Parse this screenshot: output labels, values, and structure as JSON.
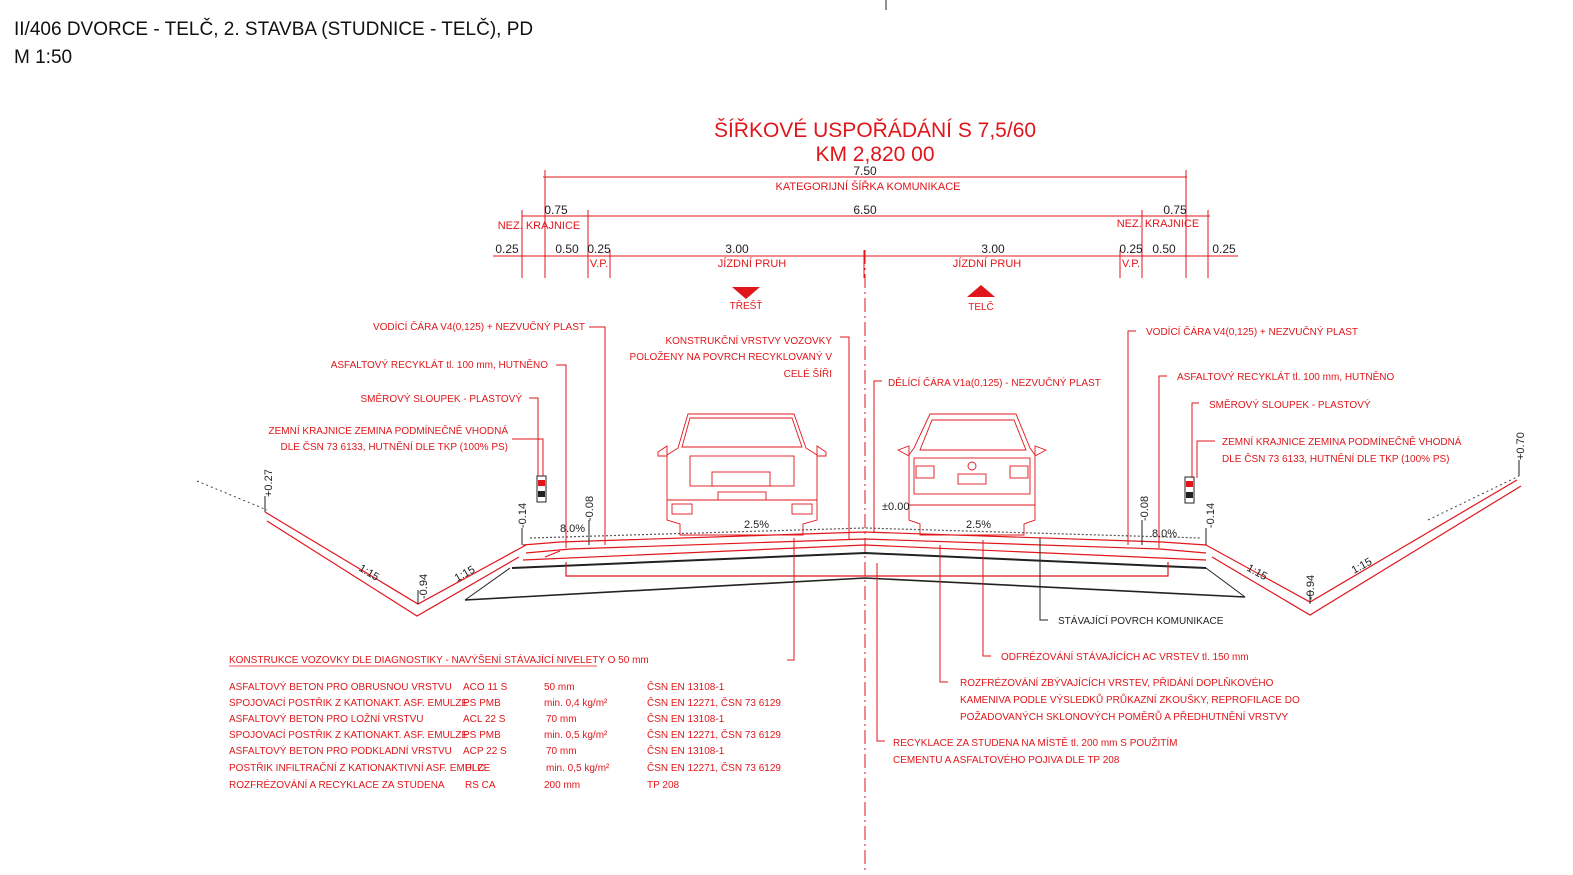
{
  "header": {
    "project": "II/406 DVORCE - TELČ, 2. STAVBA (STUDNICE - TELČ), PD",
    "scale": "M 1:50"
  },
  "title": {
    "line1": "ŠÍŘKOVÉ USPOŘÁDÁNÍ S 7,5/60",
    "line2": "KM 2,820 00"
  },
  "dimensions": {
    "total": "7.50",
    "total_label": "KATEGORIJNÍ ŠÍŘKA KOMUNIKACE",
    "left_shoulder": "0.75",
    "left_shoulder_label": "NEZ. KRAJNICE",
    "paved": "6.50",
    "right_shoulder": "0.75",
    "right_shoulder_label": "NEZ. KRAJNICE",
    "d1": "0.25",
    "d2": "0.50",
    "d3": "0.25",
    "d3_label": "V.P.",
    "lane_left": "3.00",
    "lane_left_label": "JÍZDNÍ PRUH",
    "lane_right": "3.00",
    "lane_right_label": "JÍZDNÍ PRUH",
    "d4": "0.25",
    "d4_label": "V.P.",
    "d5": "0.50",
    "d6": "0.25"
  },
  "directions": {
    "left": "TŘEŠŤ",
    "right": "TELČ"
  },
  "levels": {
    "left_top": "+0.27",
    "left_edge": "-0.14",
    "left_inner": "-0.08",
    "left_ditch": "-0.94",
    "center": "±0.00",
    "right_inner": "-0.08",
    "right_edge": "-0.14",
    "right_ditch": "-0.94",
    "right_top": "+0.70"
  },
  "slopes": {
    "shoulder_left": "8.0%",
    "lane_left": "2.5%",
    "lane_right": "2.5%",
    "shoulder_right": "8.0%",
    "embank": "1:15"
  },
  "annotations_left": [
    "VODÍCÍ ČÁRA V4(0,125) + NEZVUČNÝ PLAST",
    "ASFALTOVÝ RECYKLÁT tl. 100 mm, HUTNĚNO",
    "SMĚROVÝ SLOUPEK - PLASTOVÝ",
    "ZEMNÍ KRAJNICE ZEMINA PODMÍNEČNĚ VHODNÁ",
    "DLE ČSN 73 6133, HUTNĚNÍ DLE TKP (100% PS)"
  ],
  "annotations_center": [
    "KONSTRUKČNÍ VRSTVY VOZOVKY",
    "POLOŽENY NA POVRCH RECYKLOVANÝ V",
    "CELÉ ŠÍŘI",
    "DĚLÍCÍ ČÁRA V1a(0,125) - NEZVUČNÝ PLAST"
  ],
  "annotations_right": [
    "VODÍCÍ ČÁRA V4(0,125) + NEZVUČNÝ PLAST",
    "ASFALTOVÝ RECYKLÁT tl. 100 mm, HUTNĚNO",
    "SMĚROVÝ SLOUPEK - PLASTOVÝ",
    "ZEMNÍ KRAJNICE ZEMINA PODMÍNEČNĚ VHODNÁ",
    "DLE ČSN 73 6133, HUTNĚNÍ DLE TKP (100% PS)"
  ],
  "annotations_bottom_right": [
    "STÁVAJÍCÍ POVRCH KOMUNIKACE",
    "ODFRÉZOVÁNÍ STÁVAJÍCÍCH AC VRSTEV tl. 150 mm",
    "ROZFRÉZOVÁNÍ ZBÝVAJÍCÍCH VRSTEV, PŘIDÁNÍ DOPLŇKOVÉHO",
    "KAMENIVA PODLE VÝSLEDKŮ PRŮKAZNÍ ZKOUŠKY, REPROFILACE DO",
    "POŽADOVANÝCH SKLONOVÝCH POMĚRŮ A PŘEDHUTNĚNÍ VRSTVY",
    "RECYKLACE ZA STUDENA NA MÍSTĚ tl. 200 mm S POUŽITÍM",
    "CEMENTU A ASFALTOVÉHO POJIVA DLE TP 208"
  ],
  "construction": {
    "title": "KONSTRUKCE VOZOVKY DLE DIAGNOSTIKY - NAVÝŠENÍ STÁVAJÍCÍ NIVELETY O 50 mm",
    "rows": [
      [
        "ASFALTOVÝ BETON PRO OBRUSNOU VRSTVU",
        "ACO 11 S",
        "50 mm",
        "ČSN EN 13108-1"
      ],
      [
        "SPOJOVACÍ POSTŘIK Z KATIONAKT. ASF. EMULZE",
        "PS PMB",
        "min. 0,4 kg/m²",
        "ČSN EN 12271, ČSN 73 6129"
      ],
      [
        "ASFALTOVÝ BETON PRO LOŽNÍ VRSTVU",
        "ACL 22 S",
        "70 mm",
        "ČSN EN 13108-1"
      ],
      [
        "SPOJOVACÍ POSTŘIK Z KATIONAKT. ASF. EMULZE",
        "PS PMB",
        "min. 0,5 kg/m²",
        "ČSN EN 12271, ČSN 73 6129"
      ],
      [
        "ASFALTOVÝ BETON PRO PODKLADNÍ VRSTVU",
        "ACP 22 S",
        "70 mm",
        "ČSN EN 13108-1"
      ],
      [
        "POSTŘIK INFILTRAČNÍ Z KATIONAKTIVNÍ ASF. EMULZE",
        "PI C",
        "min. 0,5 kg/m²",
        "ČSN EN 12271, ČSN 73 6129"
      ],
      [
        "ROZFRÉZOVÁNÍ A RECYKLACE ZA STUDENA",
        "RS CA",
        "200 mm",
        "TP 208"
      ]
    ]
  }
}
